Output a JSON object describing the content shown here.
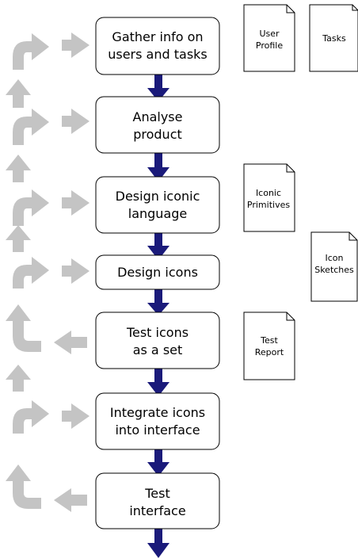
{
  "colors": {
    "down_arrow": "#1a1a7a",
    "feedback_arrow": "#c4c4c4",
    "box_stroke": "#000000"
  },
  "steps": [
    {
      "lines": [
        "Gather info on",
        "users and tasks"
      ]
    },
    {
      "lines": [
        "Analyse",
        "product"
      ]
    },
    {
      "lines": [
        "Design iconic",
        "language"
      ]
    },
    {
      "lines": [
        "Design icons"
      ]
    },
    {
      "lines": [
        "Test icons",
        "as a set"
      ]
    },
    {
      "lines": [
        "Integrate icons",
        "into interface"
      ]
    },
    {
      "lines": [
        "Test",
        "interface"
      ]
    }
  ],
  "documents": [
    {
      "lines": [
        "User",
        "Profile"
      ]
    },
    {
      "lines": [
        "Tasks"
      ]
    },
    {
      "lines": [
        "Iconic",
        "Primitives"
      ]
    },
    {
      "lines": [
        "Icon",
        "Sketches"
      ]
    },
    {
      "lines": [
        "Test",
        "Report"
      ]
    }
  ]
}
